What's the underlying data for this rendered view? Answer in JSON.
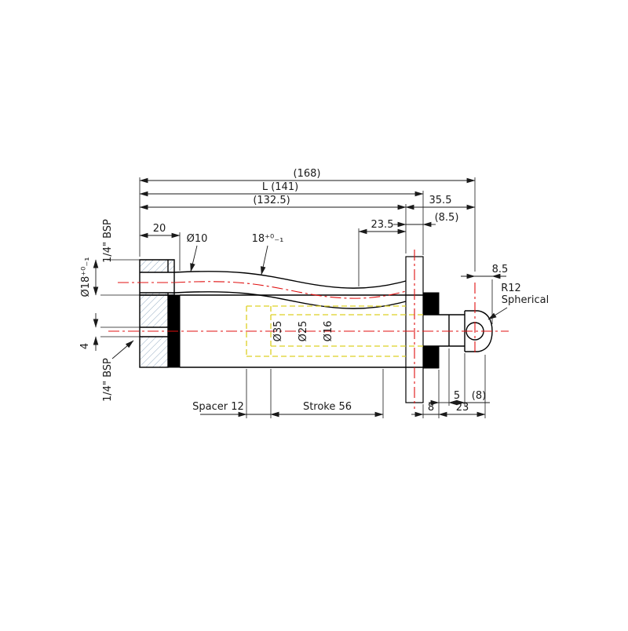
{
  "labels": {
    "overall": "(168)",
    "length_l": "L (141)",
    "body": "(132.5)",
    "flange_pos": "35.5",
    "flange_thk": "(8.5)",
    "cap_len": "20",
    "pipe_od": "Ø10",
    "pipe_tol": "18⁺⁰₋₁",
    "port_offset": "23.5",
    "bsp_top": "1/4\" BSP",
    "boss_od": "Ø18⁺⁰₋₁",
    "port_width": "4",
    "bsp_bottom": "1/4\" BSP",
    "bore_35": "Ø35",
    "bore_25": "Ø25",
    "rod_16": "Ø16",
    "spacer": "Spacer 12",
    "stroke": "Stroke 56",
    "gland_8": "8",
    "groove_5": "5",
    "end_8": "(8)",
    "extension_23": "23",
    "tip_8_5": "8.5",
    "r12": "R12",
    "spherical": "Spherical"
  },
  "colors": {
    "outline": "#000000",
    "dim": "#1a1a1a",
    "center": "#e01010",
    "hidden": "#ddd024",
    "hatch": "#90a8c0",
    "bg": "#ffffff"
  }
}
